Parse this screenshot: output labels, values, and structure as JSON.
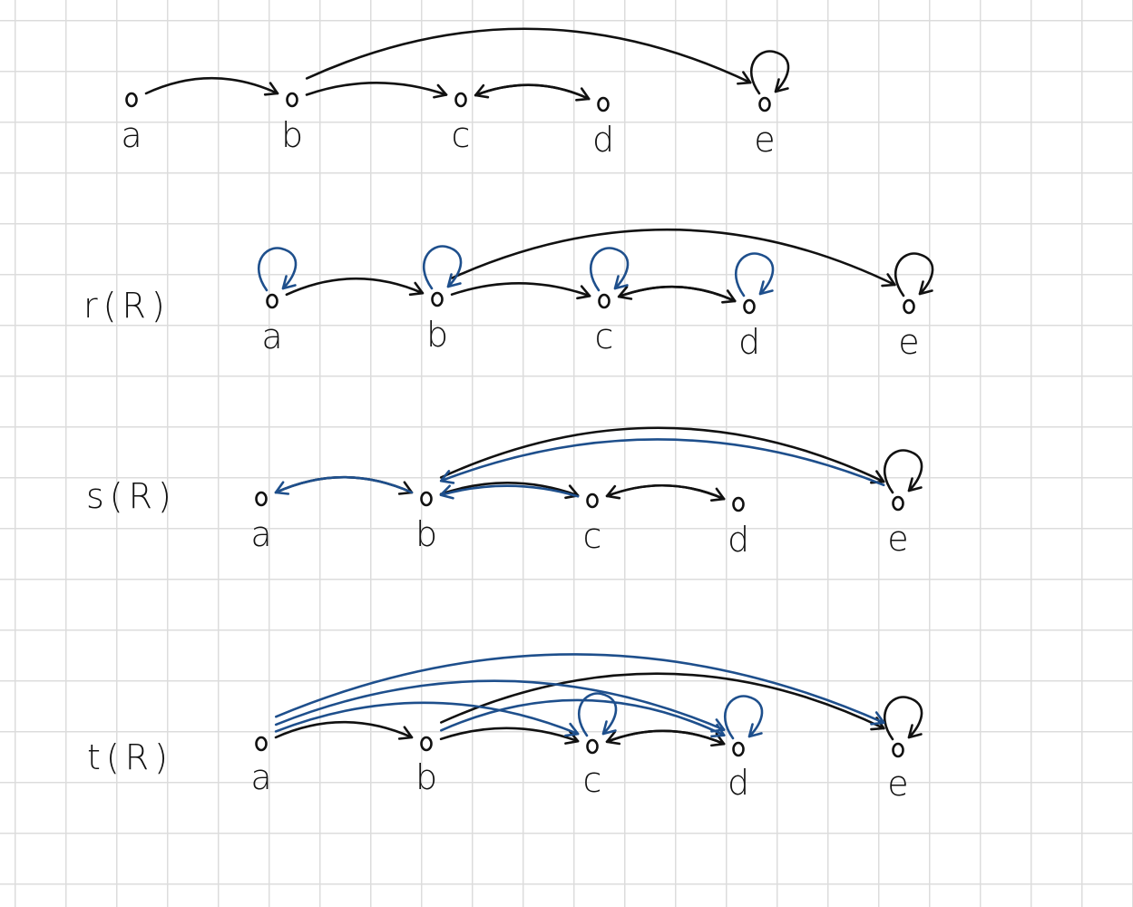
{
  "colors": {
    "original": "#111111",
    "added": "#1e4f8c",
    "grid": "#dcdcdc"
  },
  "relations": [
    {
      "id": "R",
      "label": "",
      "nodes": [
        "a",
        "b",
        "c",
        "d",
        "e"
      ],
      "edges": [
        [
          "a",
          "b"
        ],
        [
          "b",
          "c"
        ],
        [
          "c",
          "d"
        ],
        [
          "d",
          "c"
        ],
        [
          "b",
          "e"
        ],
        [
          "e",
          "e"
        ]
      ],
      "added_edges": []
    },
    {
      "id": "r",
      "label": "r(R)",
      "nodes": [
        "a",
        "b",
        "c",
        "d",
        "e"
      ],
      "edges": [
        [
          "a",
          "b"
        ],
        [
          "b",
          "c"
        ],
        [
          "c",
          "d"
        ],
        [
          "d",
          "c"
        ],
        [
          "b",
          "e"
        ],
        [
          "e",
          "e"
        ]
      ],
      "added_edges": [
        [
          "a",
          "a"
        ],
        [
          "b",
          "b"
        ],
        [
          "c",
          "c"
        ],
        [
          "d",
          "d"
        ]
      ]
    },
    {
      "id": "s",
      "label": "s(R)",
      "nodes": [
        "a",
        "b",
        "c",
        "d",
        "e"
      ],
      "edges": [
        [
          "a",
          "b"
        ],
        [
          "b",
          "c"
        ],
        [
          "c",
          "d"
        ],
        [
          "d",
          "c"
        ],
        [
          "b",
          "e"
        ],
        [
          "e",
          "e"
        ]
      ],
      "added_edges": [
        [
          "b",
          "a"
        ],
        [
          "c",
          "b"
        ],
        [
          "e",
          "b"
        ]
      ]
    },
    {
      "id": "t",
      "label": "t(R)",
      "nodes": [
        "a",
        "b",
        "c",
        "d",
        "e"
      ],
      "edges": [
        [
          "a",
          "b"
        ],
        [
          "b",
          "c"
        ],
        [
          "c",
          "d"
        ],
        [
          "d",
          "c"
        ],
        [
          "b",
          "e"
        ],
        [
          "e",
          "e"
        ]
      ],
      "added_edges": [
        [
          "a",
          "c"
        ],
        [
          "a",
          "d"
        ],
        [
          "a",
          "e"
        ],
        [
          "b",
          "d"
        ],
        [
          "c",
          "c"
        ],
        [
          "d",
          "d"
        ]
      ]
    }
  ]
}
